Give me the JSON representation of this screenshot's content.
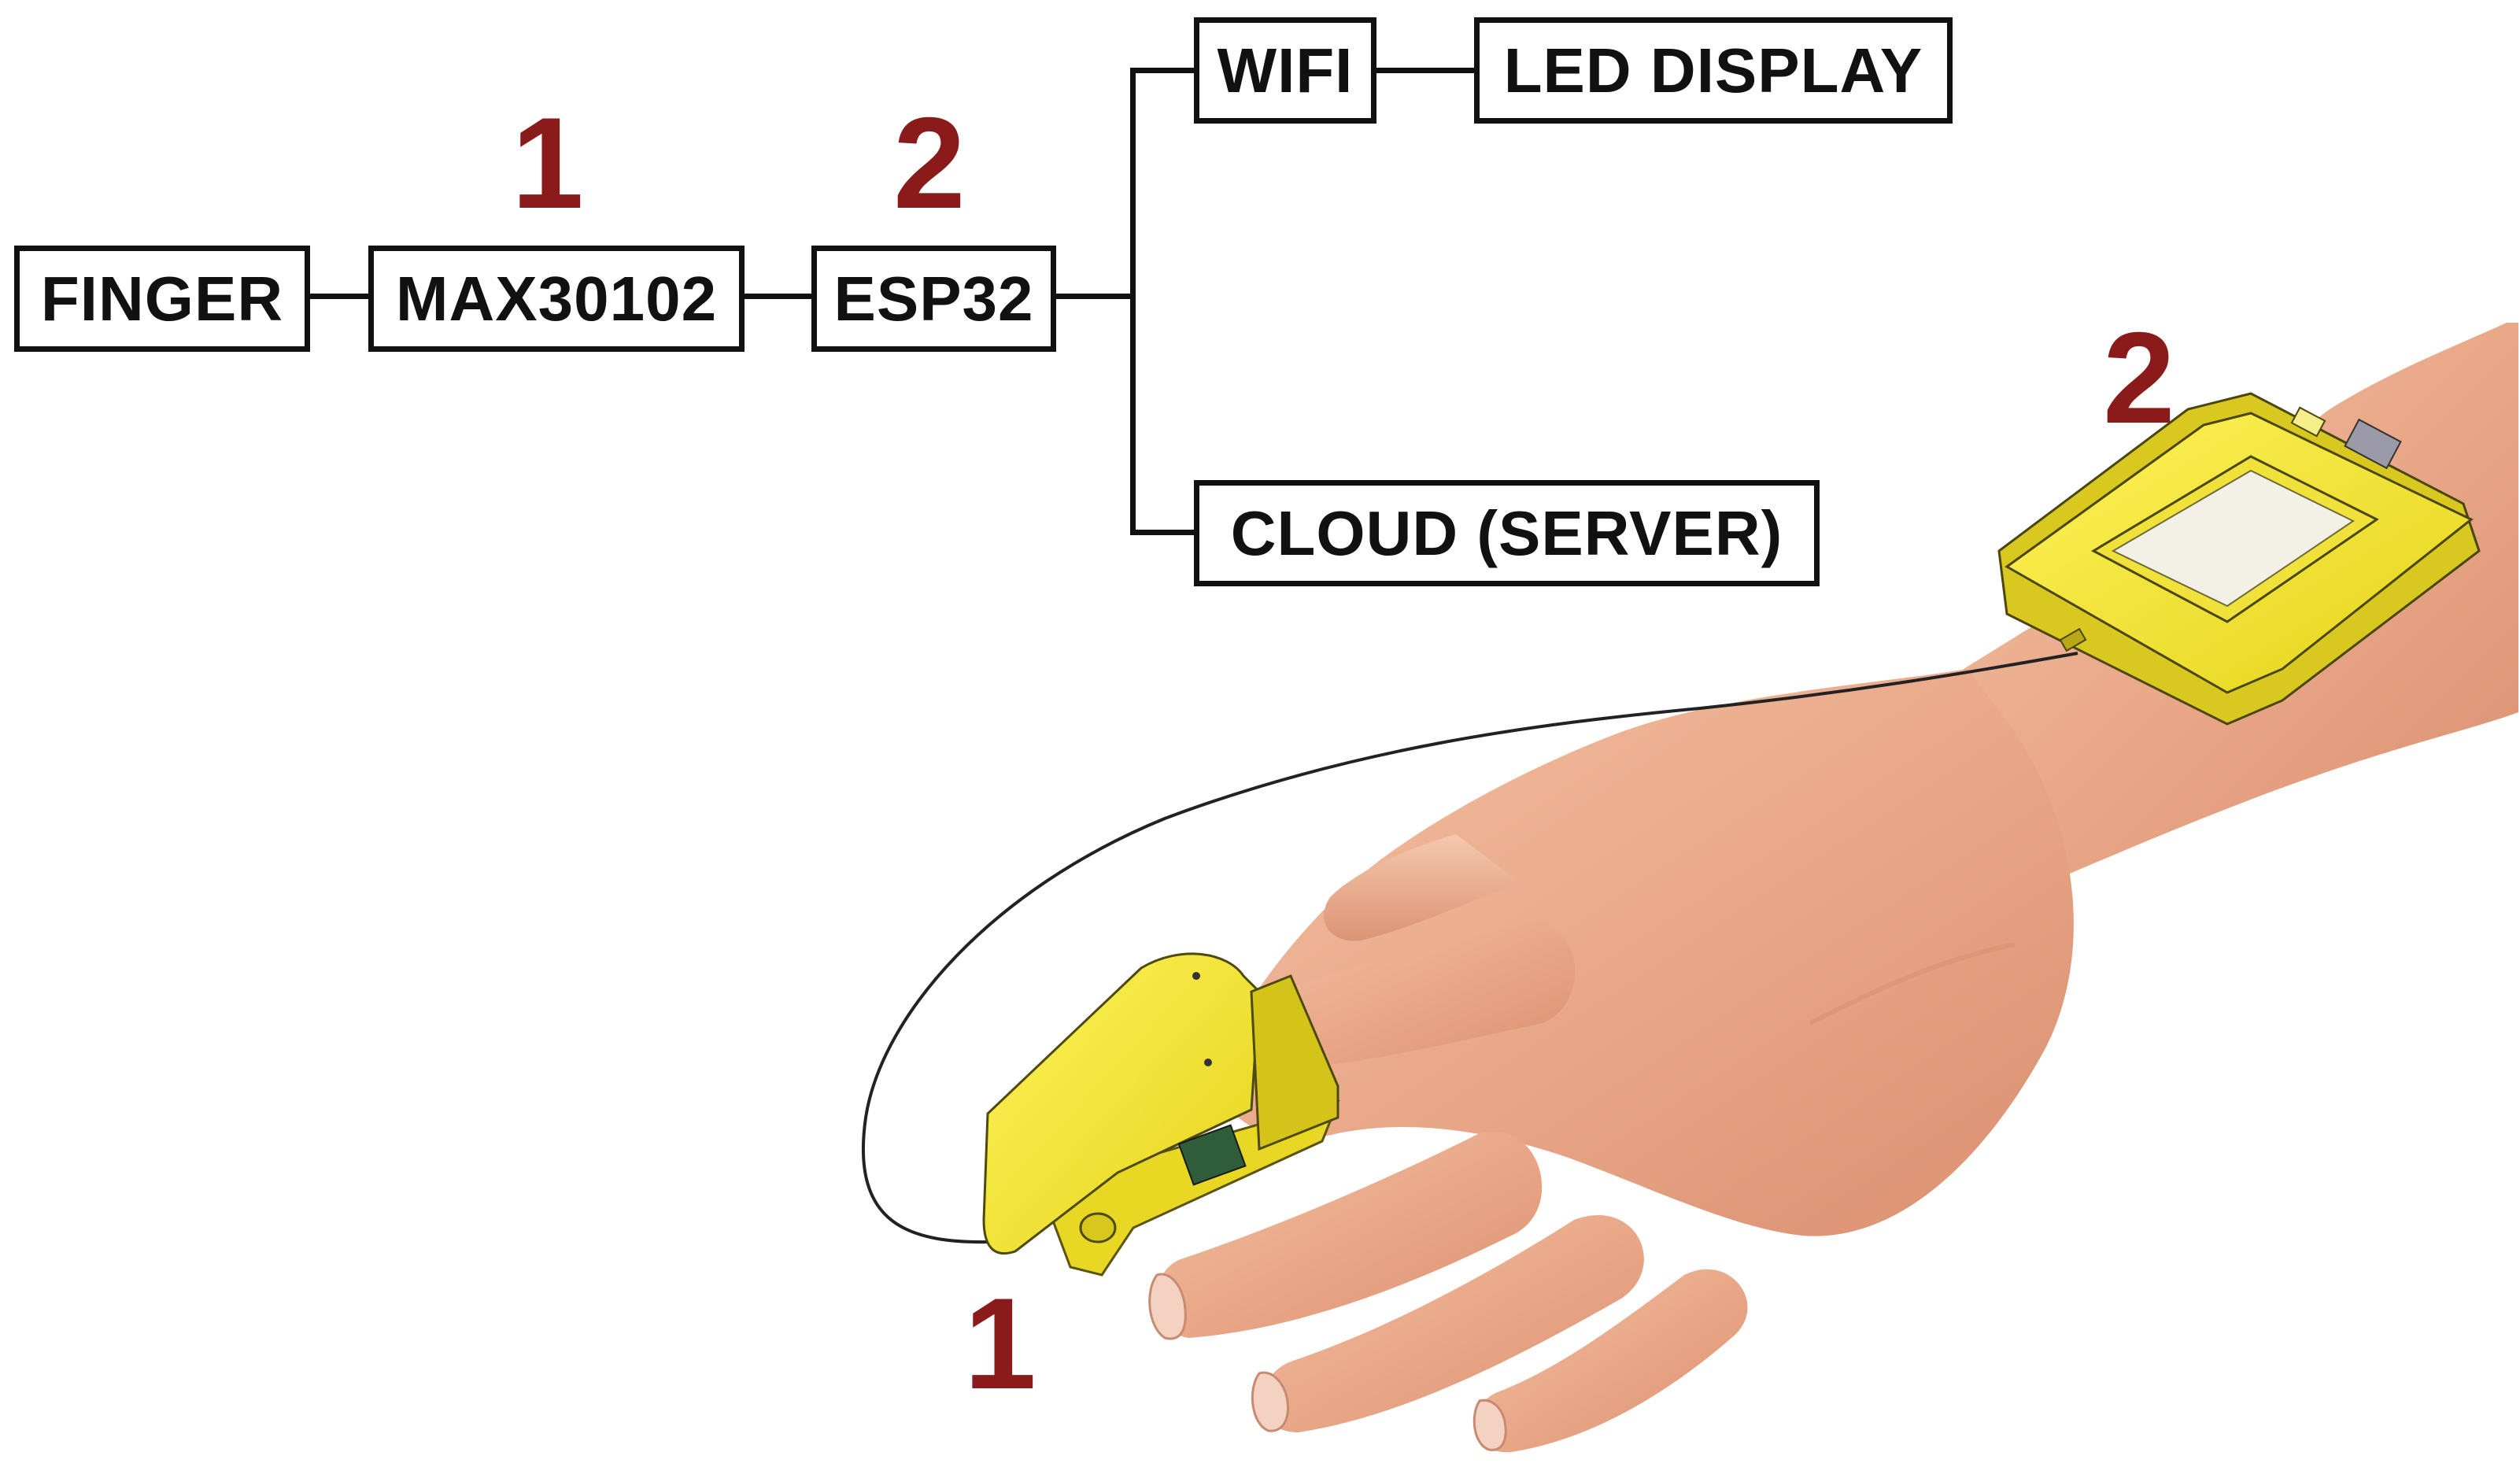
{
  "diagram": {
    "blocks": {
      "finger": "FINGER",
      "sensor": "MAX30102",
      "mcu": "ESP32",
      "wifi": "WIFI",
      "led_display": "LED DISPLAY",
      "cloud": "CLOUD (SERVER)"
    },
    "labels": {
      "sensor_number": "1",
      "mcu_number": "2"
    }
  },
  "illustration": {
    "finger_device_number": "1",
    "wrist_device_number": "2",
    "device_color": "#f2e52a"
  },
  "colors": {
    "number_label": "#8b1a1a",
    "box_border": "#111111",
    "skin": "#e9a98a"
  }
}
